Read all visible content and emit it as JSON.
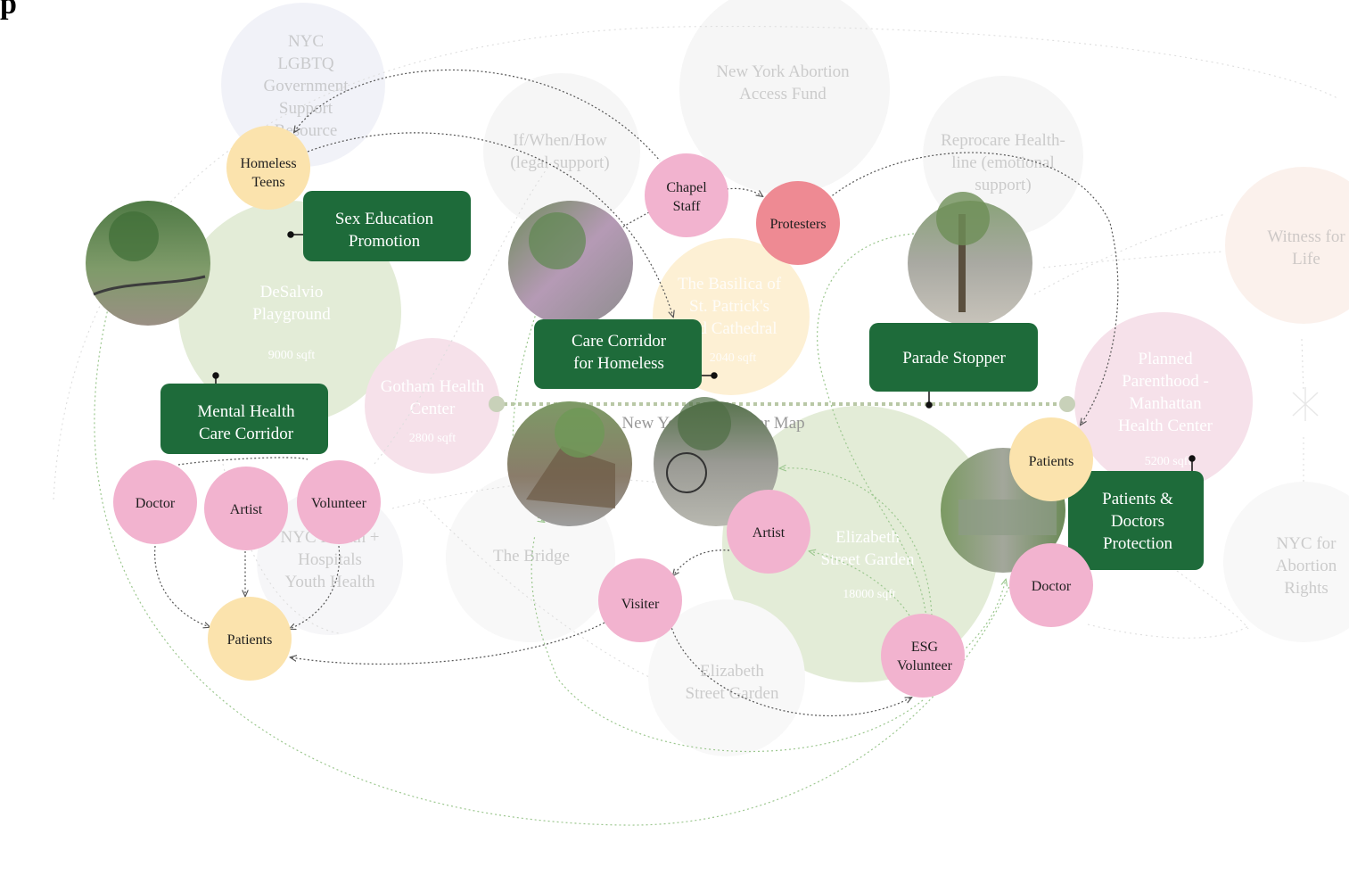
{
  "title_fragment": "p",
  "colors": {
    "green_box": "#1e6b3a",
    "pink": "#f2b3cf",
    "red": "#ee8a93",
    "yellow": "#fbe3ad",
    "light_green": "#e3ecd7",
    "light_pink": "#f6e1ea",
    "light_yellow": "#fdf0d4",
    "faint_blue": "#eceef6"
  },
  "background_nodes": {
    "nyc_lgbtq": "NYC LGBTQ Government Support Resource",
    "ny_abortion": "New York Abortion Access Fund",
    "ifwhenhow": "If/When/How (legal support)",
    "reprocare": "Reprocare Healthline (emotional support)",
    "witness": "Witness for Life",
    "basilica": "The Basilica of St. Patrick's Old Cathedral",
    "basilica_area": "2040 sqft",
    "desalvio": "DeSalvio Playground",
    "desalvio_area": "9000 sqft",
    "gotham": "Gotham Health Center",
    "gotham_area": "2800 sqft",
    "planned_parenthood": "Planned Parenthood - Manhattan Health Center",
    "pp_area": "5200 sqft",
    "esg": "Elizabeth Street Garden",
    "esg_area": "18000 sqft",
    "map_label": "New York City Queer Map",
    "nychh": "NYC Health + Hospitals Youth Health",
    "bridge": "The Bridge",
    "esg_lower": "Elizabeth Street Garden",
    "nyc_abortion_rights": "NYC for Abortion Rights"
  },
  "boxes": {
    "sex_ed": [
      "Sex Education",
      "Promotion"
    ],
    "mental_health": [
      "Mental Health",
      "Care Corridor"
    ],
    "care_corridor": [
      "Care Corridor",
      "for Homeless"
    ],
    "parade": [
      "Parade Stopper"
    ],
    "patients_doctors": [
      "Patients &",
      "Doctors",
      "Protection"
    ]
  },
  "nodes": {
    "homeless_teens": [
      "Homeless",
      "Teens"
    ],
    "doctor_left": "Doctor",
    "artist_left": "Artist",
    "volunteer_left": "Volunteer",
    "patients_left": "Patients",
    "chapel_staff": [
      "Chapel",
      "Staff"
    ],
    "protesters": "Protesters",
    "artist_mid": "Artist",
    "visiter": "Visiter",
    "esg_volunteer": [
      "ESG",
      "Volunteer"
    ],
    "patients_right": "Patients",
    "doctor_right": "Doctor"
  },
  "photos": {
    "photo1": "playground-photo",
    "photo2": "corridor-photo",
    "photo3": "parade-photo",
    "photo4": "kiosk-photo",
    "photo5": "street-photo",
    "photo6": "clinic-photo"
  }
}
